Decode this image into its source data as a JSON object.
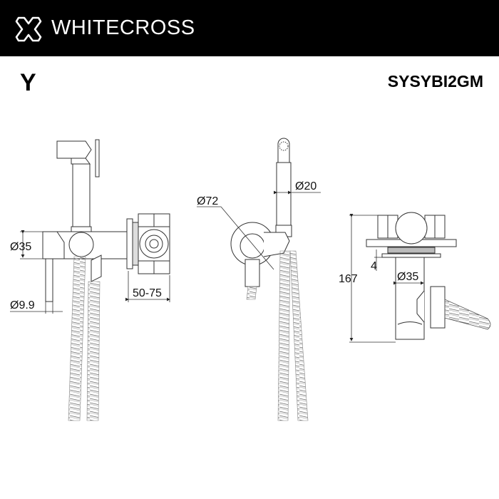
{
  "header": {
    "brand": "WHITECROSS",
    "background": "#000000",
    "text_color": "#ffffff"
  },
  "title": {
    "series": "Y",
    "product_code": "SYSYBI2GM"
  },
  "views": {
    "front": {
      "dimensions": {
        "body_diameter": "Ø35",
        "hose_diameter": "Ø9.9",
        "wall_depth": "50-75"
      }
    },
    "side": {
      "dimensions": {
        "rosette_diameter": "Ø72",
        "handle_diameter": "Ø20"
      }
    },
    "top": {
      "dimensions": {
        "total_height": "167",
        "flange_thickness": "4",
        "body_diameter": "Ø35"
      }
    }
  }
}
